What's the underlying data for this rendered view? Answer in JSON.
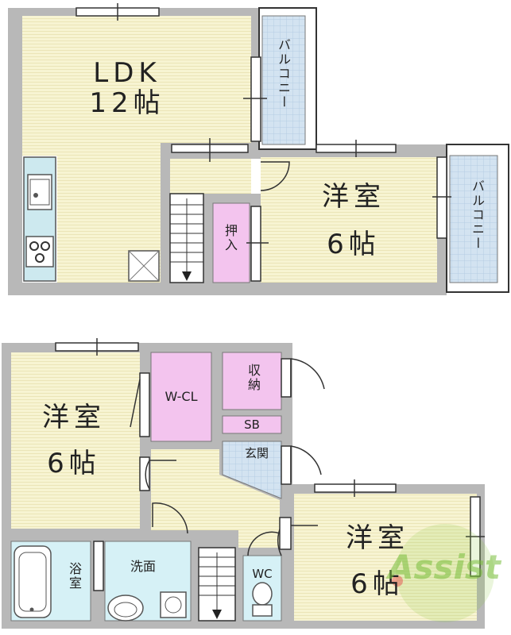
{
  "floor1": {
    "ldk_name": "LDK",
    "ldk_size": "12帖",
    "room_name": "洋室",
    "room_size": "6帖",
    "closet": "押入",
    "balcony_top": "バルコニー",
    "balcony_right": "バルコニー"
  },
  "floor2": {
    "room_left_name": "洋室",
    "room_left_size": "6帖",
    "room_right_name": "洋室",
    "room_right_size": "6帖",
    "wcl": "W-CL",
    "storage": "収納",
    "sb": "SB",
    "entrance": "玄関",
    "bath": "浴室",
    "washroom": "洗面",
    "wc": "WC"
  },
  "logo_text": "Assist",
  "colors": {
    "wall": "#b8b8b8",
    "room_floor": "#f6f3cf",
    "closet": "#f3c4ee",
    "balcony": "#cfe0ef",
    "water": "#d6f1f6",
    "logo": "#8cc63f"
  }
}
